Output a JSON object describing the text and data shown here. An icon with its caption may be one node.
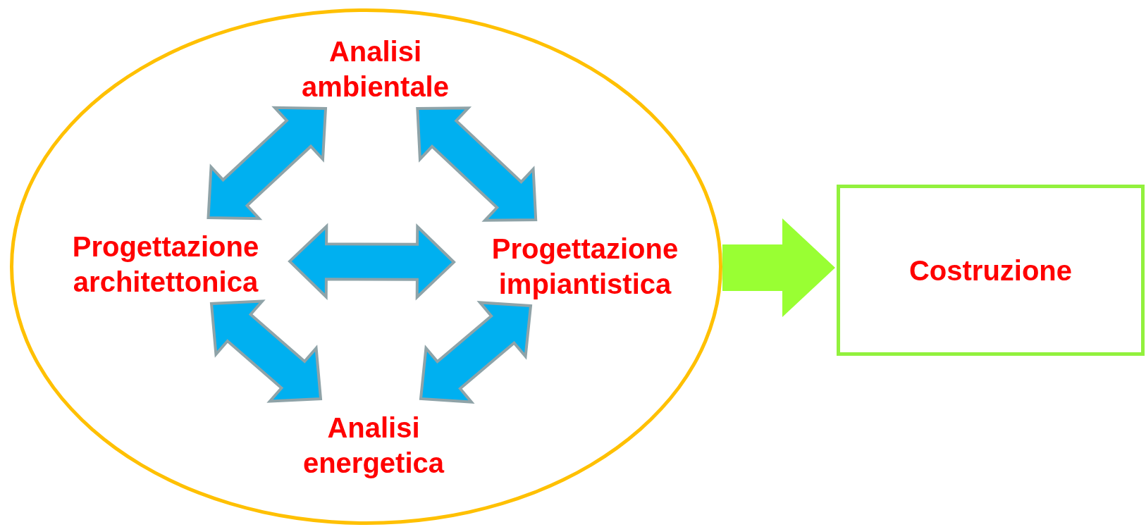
{
  "diagram": {
    "nodes": [
      {
        "text": [],
        "shape": "ellipse"
      },
      {
        "text": [
          "Analisi ambientale"
        ],
        "in": 0
      },
      {
        "text": [
          "Progettazione architettonica"
        ],
        "in": 0
      },
      {
        "text": [
          "Progettazione impiantistica"
        ],
        "in": 0
      },
      {
        "text": [
          "Analisi energetica"
        ],
        "in": 0
      },
      {
        "text": [
          "Costruzione"
        ]
      }
    ],
    "edges": [
      {
        "from": 2,
        "to": 1,
        "arrow": "both",
        "style": "thick"
      },
      {
        "from": 1,
        "to": 3,
        "arrow": "both",
        "style": "thick"
      },
      {
        "from": 2,
        "to": 3,
        "arrow": "both",
        "style": "thick"
      },
      {
        "from": 2,
        "to": 4,
        "arrow": "both",
        "style": "thick"
      },
      {
        "from": 3,
        "to": 4,
        "arrow": "both",
        "style": "thick"
      },
      {
        "from": 0,
        "to": 5,
        "arrow": "to",
        "style": "thick",
        "color": "#99ff33"
      }
    ]
  }
}
